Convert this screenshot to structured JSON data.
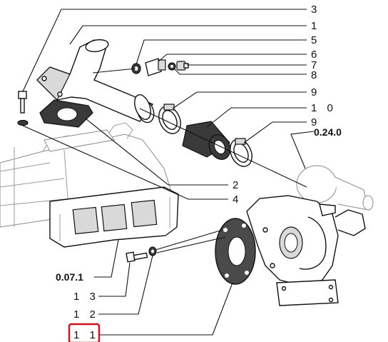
{
  "callouts": {
    "c3": "3",
    "c1": "1",
    "c5": "5",
    "c6": "6",
    "c7": "7",
    "c8": "8",
    "c9a": "9",
    "c10": "1 0",
    "c9b": "9",
    "c2": "2",
    "c4": "4",
    "c13": "1 3",
    "c12": "1 2",
    "c11": "1 1"
  },
  "refs": {
    "turbo": "0.24.0",
    "manifold": "0.07.1"
  },
  "colors": {
    "highlight": "#d0101a",
    "line": "#111111",
    "ghost": "#8a8a8a"
  }
}
